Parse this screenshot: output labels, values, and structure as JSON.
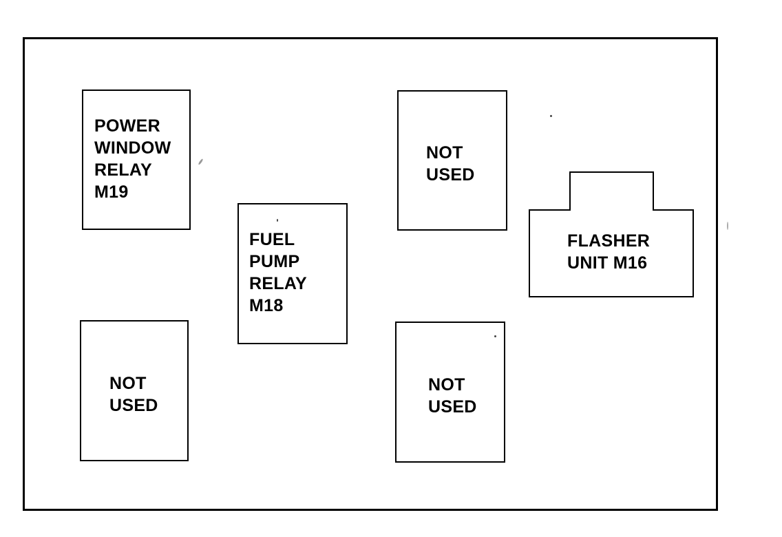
{
  "panel": {
    "relays": {
      "power_window": "POWER\nWINDOW\nRELAY\nM19",
      "fuel_pump": "FUEL\nPUMP\nRELAY\nM18",
      "not_used_top": "NOT\nUSED",
      "flasher": "FLASHER\nUNIT M16",
      "not_used_bottom_left": "NOT\nUSED",
      "not_used_bottom_center": "NOT\nUSED"
    }
  },
  "colors": {
    "line": "#000000",
    "background": "#ffffff"
  }
}
